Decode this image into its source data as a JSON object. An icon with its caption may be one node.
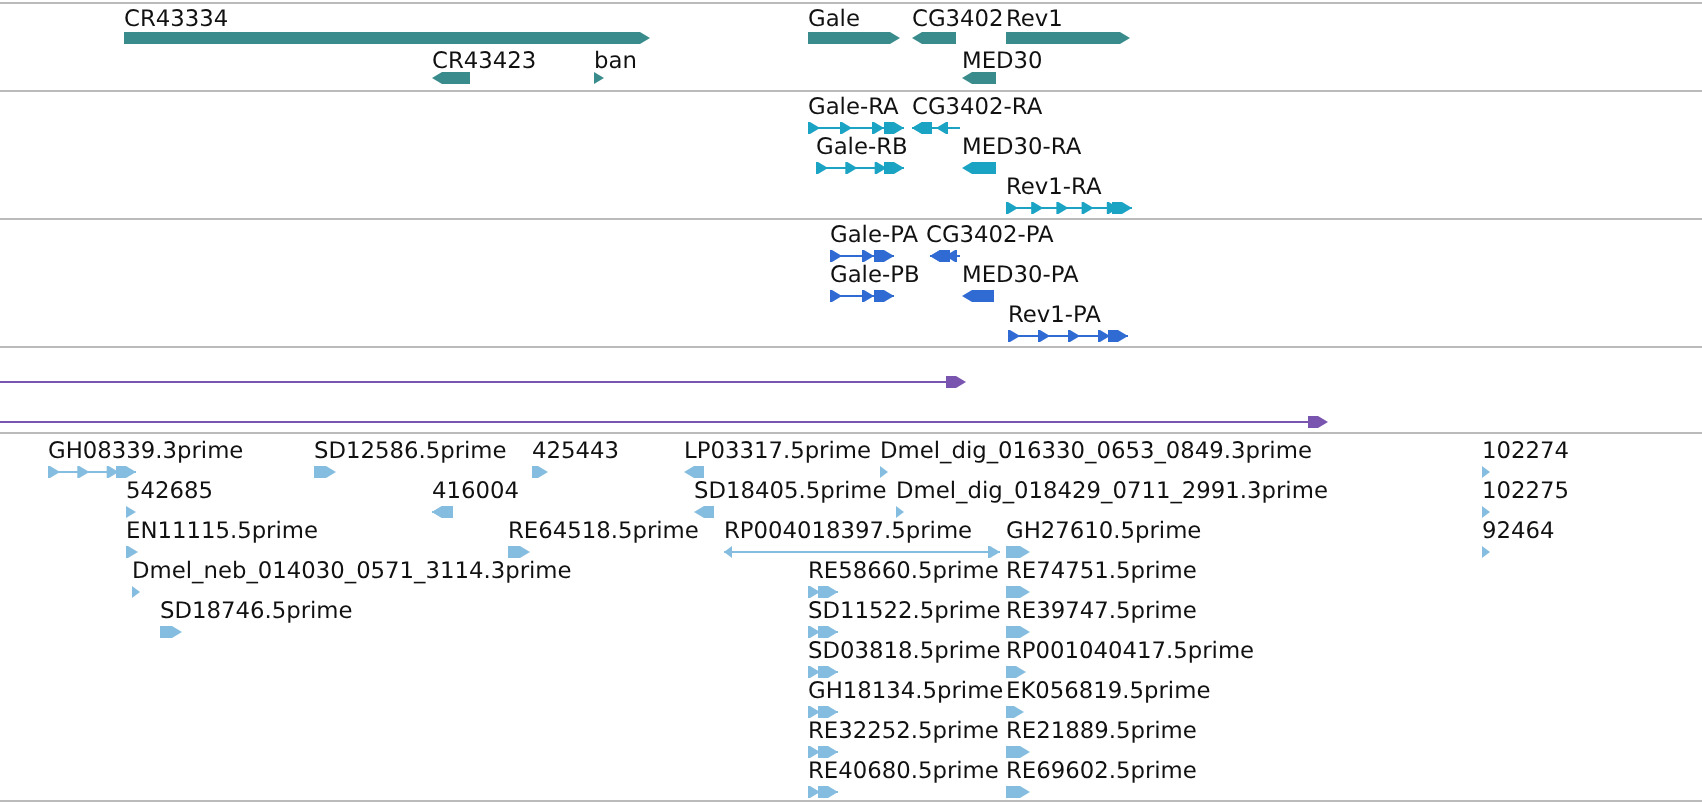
{
  "diagram": {
    "labels": [
      "CR43334",
      "Gale",
      "CG3402",
      "Rev1",
      "CR43423",
      "ban",
      "MED30",
      "Gale-RA",
      "CG3402-RA",
      "Gale-RB",
      "MED30-RA",
      "Rev1-RA",
      "Gale-PA",
      "CG3402-PA",
      "Gale-PB",
      "MED30-PA",
      "Rev1-PA",
      "GH08339.3prime",
      "SD12586.5prime",
      "425443",
      "LP03317.5prime",
      "Dmel_dig_016330_0653_0849.3prime",
      "102274",
      "542685",
      "416004",
      "SD18405.5prime",
      "Dmel_dig_018429_0711_2991.3prime",
      "102275",
      "EN11115.5prime",
      "RE64518.5prime",
      "RP004018397.5prime",
      "GH27610.5prime",
      "92464",
      "Dmel_neb_014030_0571_3114.3prime",
      "RE58660.5prime",
      "RE74751.5prime",
      "SD18746.5prime",
      "SD11522.5prime",
      "RE39747.5prime",
      "SD03818.5prime",
      "RP001040417.5prime",
      "GH18134.5prime",
      "EK056819.5prime",
      "RE32252.5prime",
      "RE21889.5prime",
      "RE40680.5prime",
      "RE69602.5prime"
    ]
  }
}
